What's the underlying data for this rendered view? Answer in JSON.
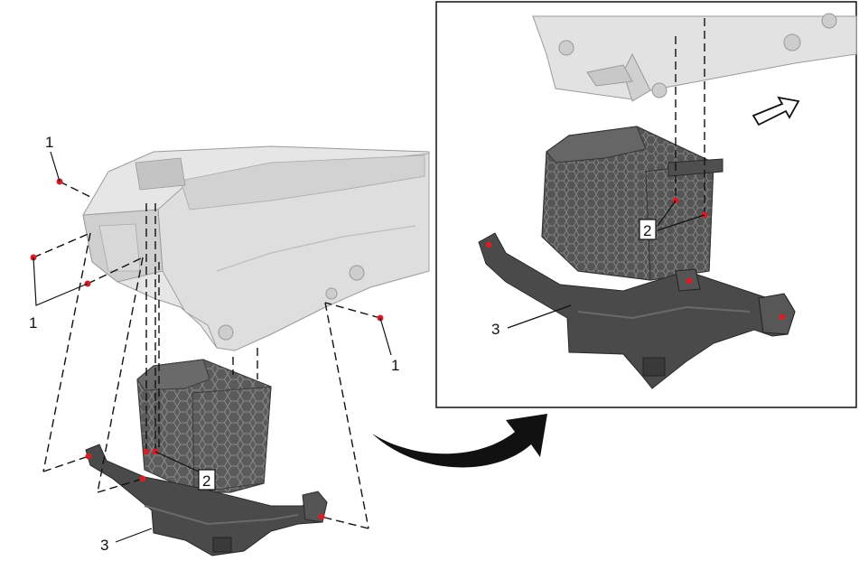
{
  "callouts": {
    "label_1": "1",
    "label_2": "2",
    "label_3": "3"
  },
  "colors": {
    "fastener_red": "#d0202a",
    "console_light": "#e6e6e6",
    "console_mid": "#cfcfcf",
    "bin_dark": "#5b5b5b",
    "bracket_dark": "#4a4a4a",
    "line": "#111111"
  },
  "icons": [
    "direction-arrow-icon",
    "curved-arrow-icon"
  ]
}
